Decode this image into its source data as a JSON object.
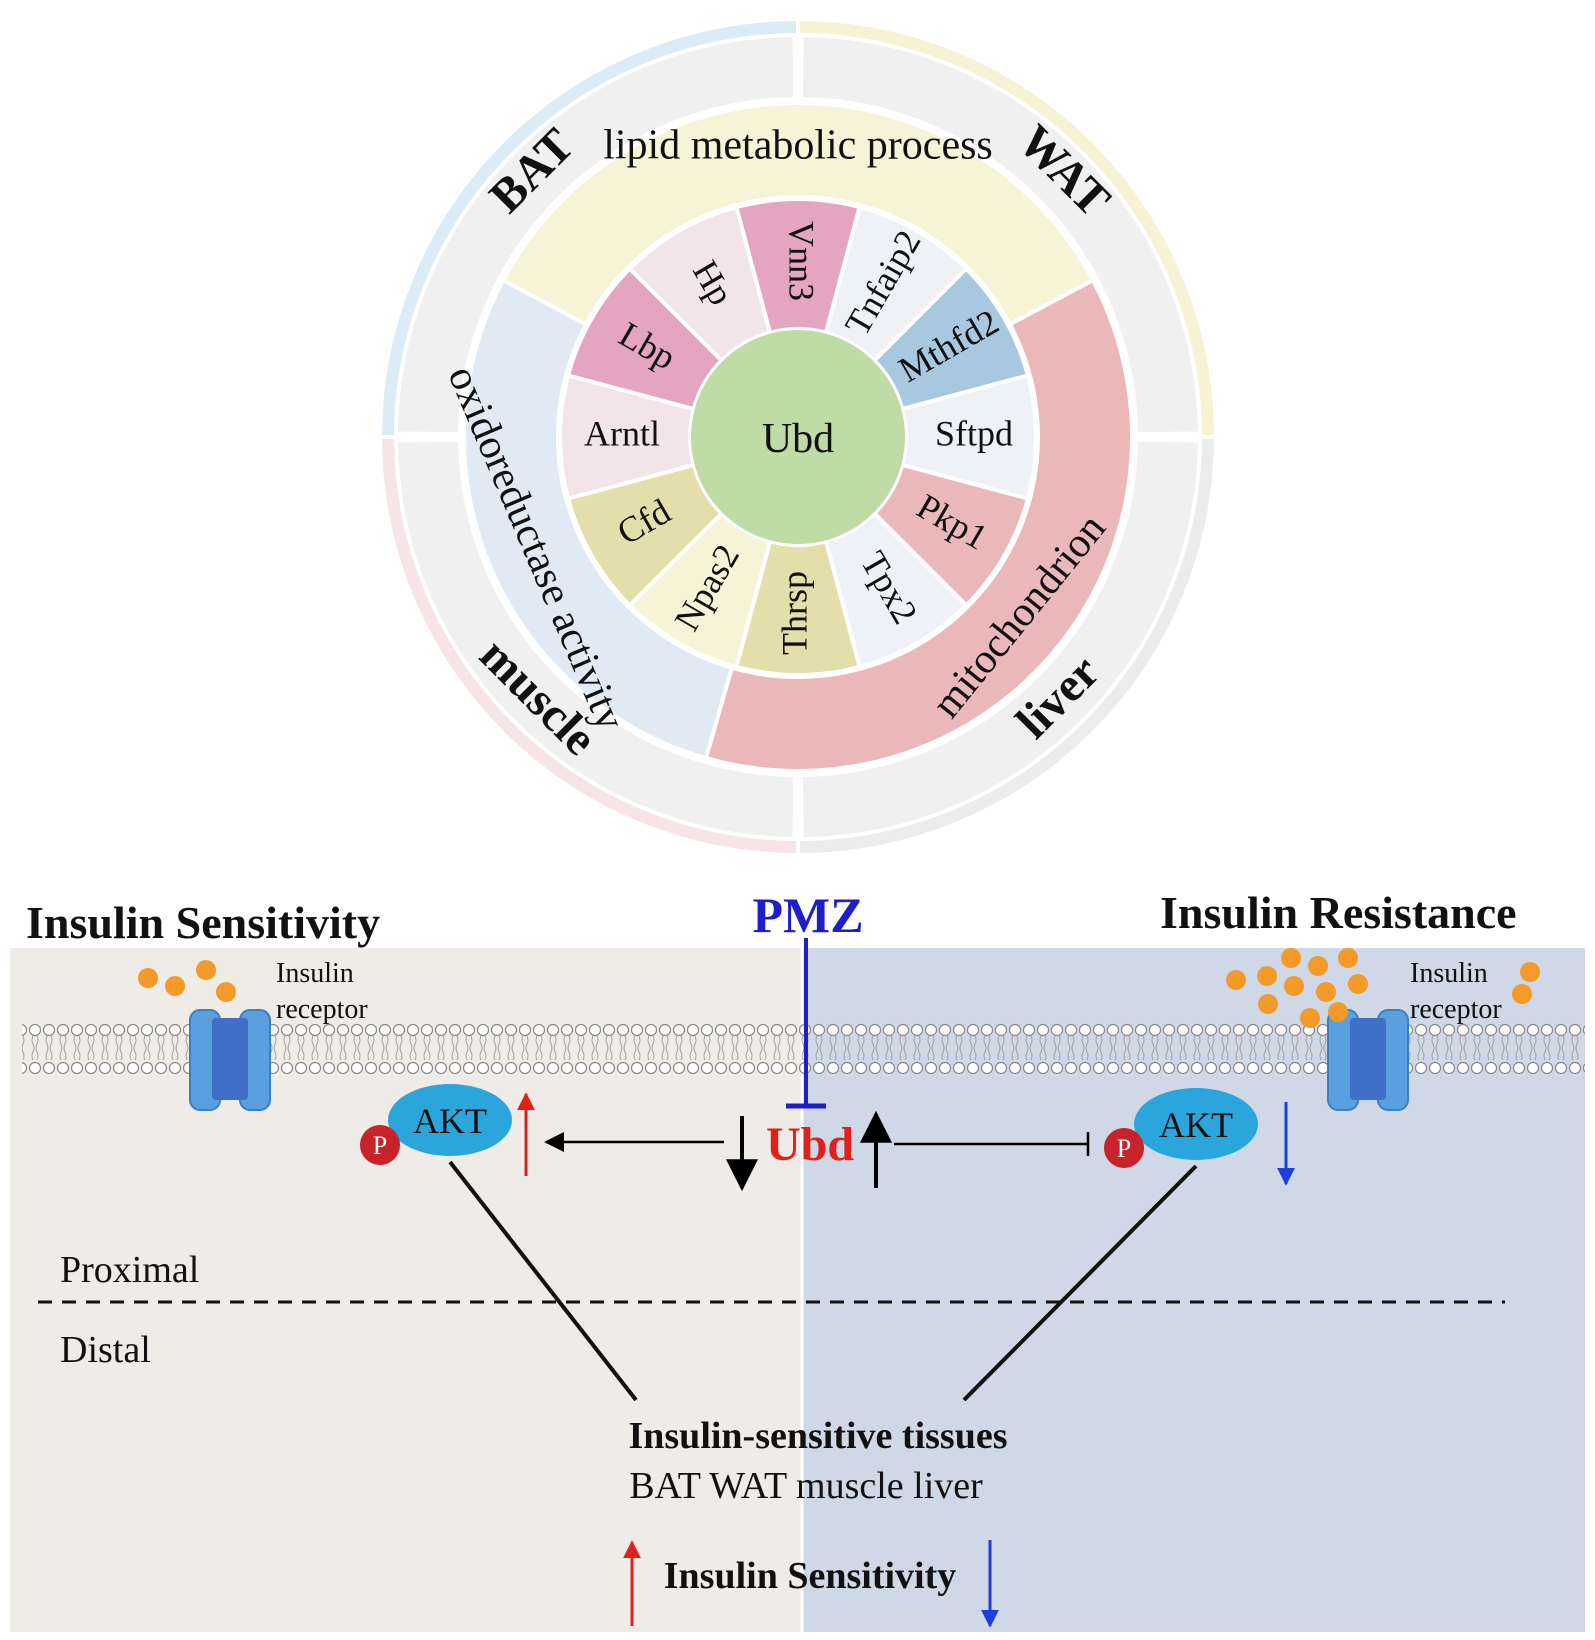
{
  "wheel": {
    "center_label": "Ubd",
    "tissues": [
      "BAT",
      "WAT",
      "liver",
      "muscle"
    ],
    "tissue_colors": [
      "#dcecf6",
      "#f6f2d4",
      "#ececec",
      "#f7e4e6"
    ],
    "categories": [
      {
        "label": "lipid metabolic process",
        "color": "#f6f4d7"
      },
      {
        "label": "mitochondrion",
        "color": "#ebb8b9"
      },
      {
        "label": "oxidoreductase activity",
        "color": "#dfeaf5"
      }
    ],
    "genes": [
      {
        "label": "Hp",
        "color": "#f3e4ea"
      },
      {
        "label": "Vnn3",
        "color": "#e4a5c1"
      },
      {
        "label": "Tnfaip2",
        "color": "#eef2f7"
      },
      {
        "label": "Mthfd2",
        "color": "#a8c8df"
      },
      {
        "label": "Sftpd",
        "color": "#eef2f7"
      },
      {
        "label": "Pkp1",
        "color": "#ebb8b9"
      },
      {
        "label": "Tpx2",
        "color": "#eef2f7"
      },
      {
        "label": "Thrsp",
        "color": "#e4deaa"
      },
      {
        "label": "Npas2",
        "color": "#f6f4d7"
      },
      {
        "label": "Cfd",
        "color": "#e4deaa"
      },
      {
        "label": "Arntl",
        "color": "#f3e4ea"
      },
      {
        "label": "Lbp",
        "color": "#e4a5c1"
      }
    ],
    "center_color": "#c0dca6"
  },
  "pathway": {
    "left_title": "Insulin Sensitivity",
    "right_title": "Insulin Resistance",
    "drug": "PMZ",
    "ubd": "Ubd",
    "receptor_label_line1": "Insulin",
    "receptor_label_line2": "receptor",
    "akt": "AKT",
    "phospho": "P",
    "proximal": "Proximal",
    "distal": "Distal",
    "tissues_title": "Insulin-sensitive tissues",
    "tissues_list": "BAT WAT muscle liver",
    "bottom_label": "Insulin Sensitivity",
    "colors": {
      "left_bg": "#efebe6",
      "right_bg": "#cfd8e6",
      "drug": "#1e1ecc",
      "ubd": "#e0201a",
      "up_arrow": "#e0201a",
      "down_arrow": "#1e3ee0",
      "akt": "#2aa6dc",
      "phospho": "#c8222a",
      "insulin": "#f39a2a",
      "receptor": "#5aa0de"
    }
  }
}
